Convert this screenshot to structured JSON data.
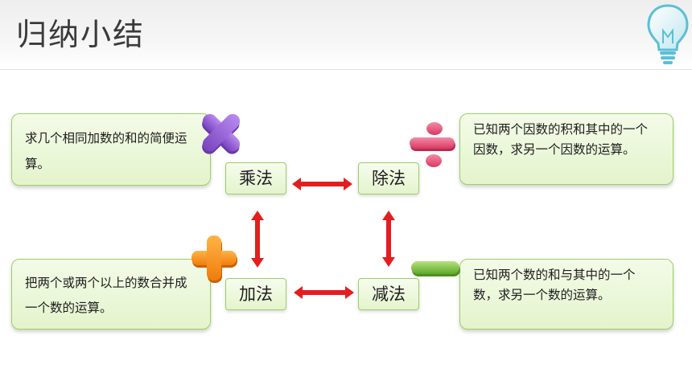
{
  "header": {
    "title": "归纳小结"
  },
  "operations": {
    "multiply": "乘法",
    "divide": "除法",
    "add": "加法",
    "subtract": "减法"
  },
  "definitions": {
    "multiply": "求几个相同加数的和的简便运算。",
    "divide": "已知两个因数的积和其中的一个因数，求另一个因数的运算。",
    "add": "把两个或两个以上的数合并成一个数的运算。",
    "subtract": "已知两个数的和与其中的一个数，求另一个数的运算。"
  },
  "colors": {
    "accent_arrow": "#e31e1e",
    "card_border": "#9ccf66",
    "multiply_symbol": "#9a63d6",
    "divide_symbol": "#e8587a",
    "add_symbol": "#f5931e",
    "subtract_symbol": "#7cc242"
  },
  "icons": {
    "lightbulb": "lightbulb-icon",
    "multiply": "multiply-sign-icon",
    "divide": "divide-sign-icon",
    "add": "plus-sign-icon",
    "subtract": "minus-sign-icon"
  }
}
